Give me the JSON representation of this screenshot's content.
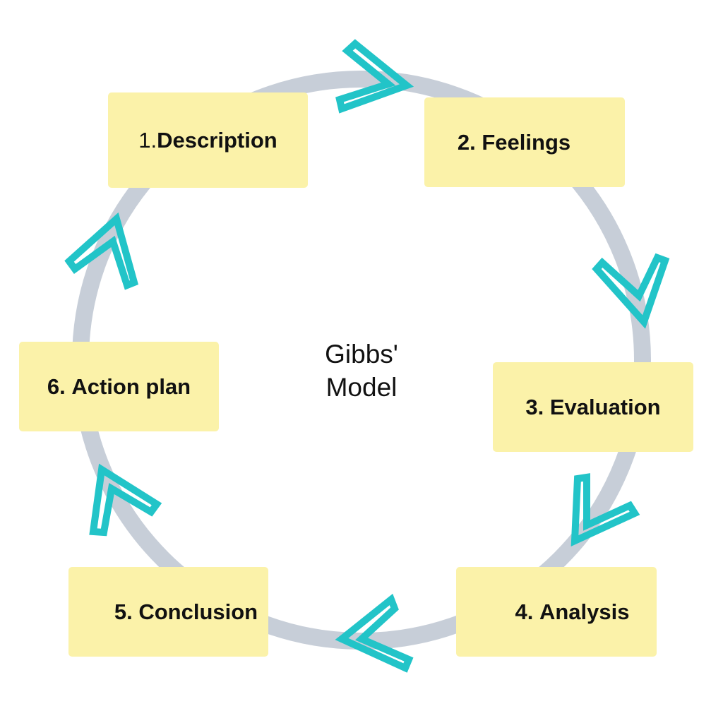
{
  "title": {
    "line1": "Gibbs'",
    "line2": "Model"
  },
  "stages": [
    {
      "number": "1.",
      "name": "Description"
    },
    {
      "number": "2.",
      "name": "Feelings"
    },
    {
      "number": "3.",
      "name": "Evaluation"
    },
    {
      "number": "4.",
      "name": "Analysis"
    },
    {
      "number": "5.",
      "name": "Conclusion"
    },
    {
      "number": "6.",
      "name": "Action plan"
    }
  ],
  "colors": {
    "ring": "#c7ced8",
    "arrow": "#22c4c8",
    "box_fill": "#fbf2a9",
    "text": "#111111"
  },
  "flow_direction": "clockwise",
  "arrow_icon": "chevron-icon"
}
